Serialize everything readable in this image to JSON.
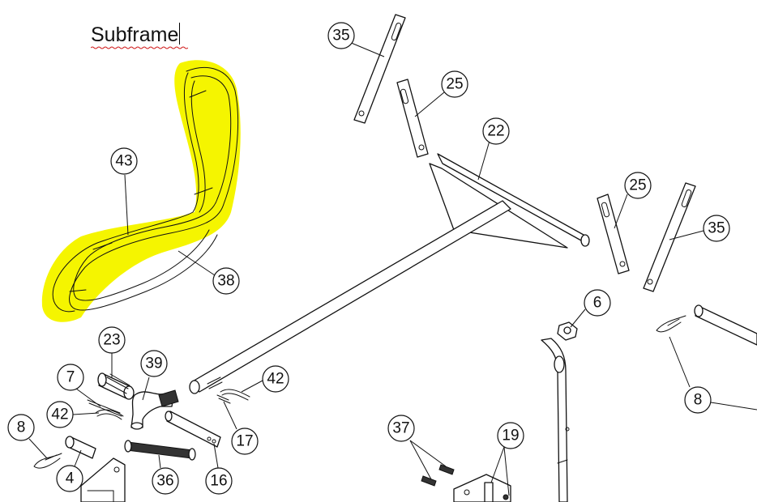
{
  "title": "Subframe",
  "colors": {
    "highlight": "#f5f500",
    "line": "#111111",
    "spellcheck": "#d11a1a"
  },
  "callouts": [
    {
      "id": "c35a",
      "label": "35"
    },
    {
      "id": "c25a",
      "label": "25"
    },
    {
      "id": "c22",
      "label": "22"
    },
    {
      "id": "c25b",
      "label": "25"
    },
    {
      "id": "c35b",
      "label": "35"
    },
    {
      "id": "c43",
      "label": "43"
    },
    {
      "id": "c38",
      "label": "38"
    },
    {
      "id": "c6",
      "label": "6"
    },
    {
      "id": "c23",
      "label": "23"
    },
    {
      "id": "c39",
      "label": "39"
    },
    {
      "id": "c7",
      "label": "7"
    },
    {
      "id": "c42a",
      "label": "42"
    },
    {
      "id": "c42b",
      "label": "42"
    },
    {
      "id": "c8a",
      "label": "8"
    },
    {
      "id": "c8b",
      "label": "8"
    },
    {
      "id": "c17",
      "label": "17"
    },
    {
      "id": "c4",
      "label": "4"
    },
    {
      "id": "c36",
      "label": "36"
    },
    {
      "id": "c16",
      "label": "16"
    },
    {
      "id": "c37",
      "label": "37"
    },
    {
      "id": "c19",
      "label": "19"
    }
  ]
}
